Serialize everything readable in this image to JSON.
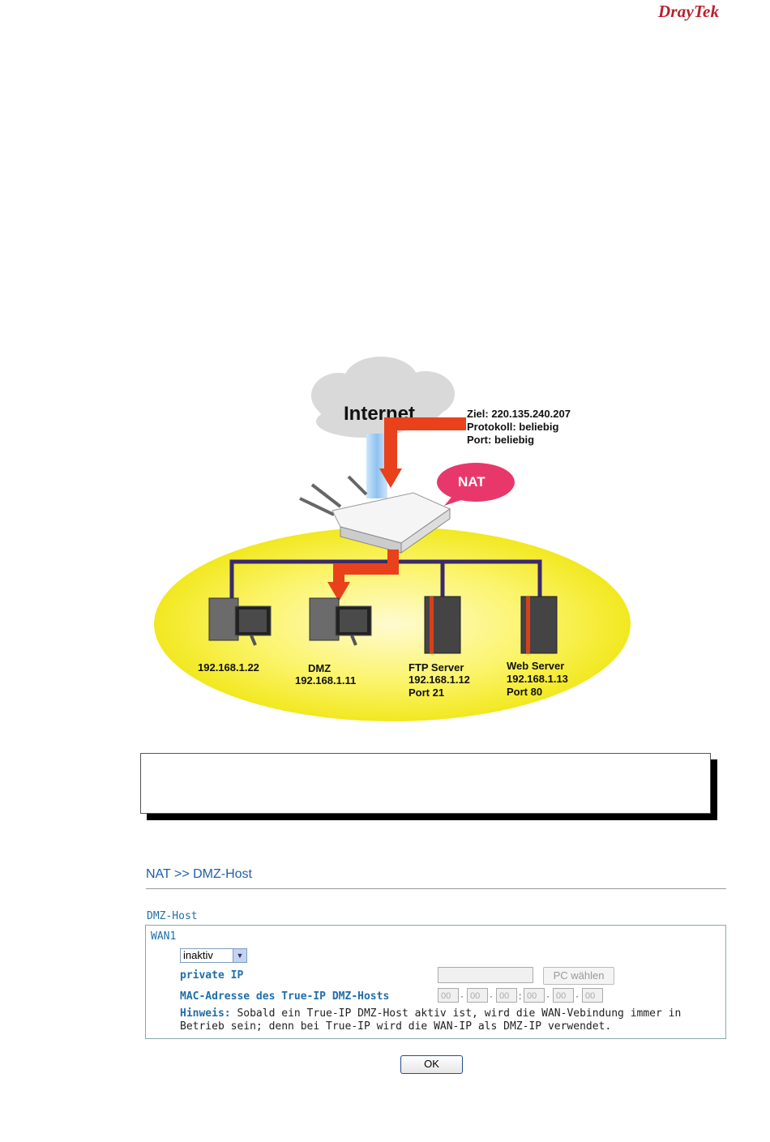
{
  "brand": "DrayTek",
  "diagram": {
    "internet_label": "Internet",
    "target_lines": [
      "Ziel: 220.135.240.207",
      "Protokoll: beliebig",
      "Port: beliebig"
    ],
    "nat_label": "NAT",
    "hosts": [
      {
        "lines": [
          "192.168.1.22"
        ]
      },
      {
        "lines": [
          "DMZ",
          "192.168.1.11"
        ]
      },
      {
        "lines": [
          "FTP Server",
          "192.168.1.12",
          "Port 21"
        ]
      },
      {
        "lines": [
          "Web Server",
          "192.168.1.13",
          "Port 80"
        ]
      }
    ]
  },
  "ui": {
    "breadcrumb": "NAT >> DMZ-Host",
    "section_title": "DMZ-Host",
    "wan_label": "WAN1",
    "mode_select": "inaktiv",
    "private_ip_label": "private IP",
    "pc_button": "PC wählen",
    "mac_label": "MAC-Adresse des True-IP DMZ-Hosts",
    "mac_values": [
      "00",
      "00",
      "00",
      "00",
      "00",
      "00"
    ],
    "hint_label": "Hinweis:",
    "hint_text": " Sobald ein True-IP DMZ-Host aktiv ist, wird die WAN-Vebindung immer in Betrieb sein; denn bei True-IP wird die WAN-IP als DMZ-IP verwendet.",
    "ok_button": "OK"
  }
}
